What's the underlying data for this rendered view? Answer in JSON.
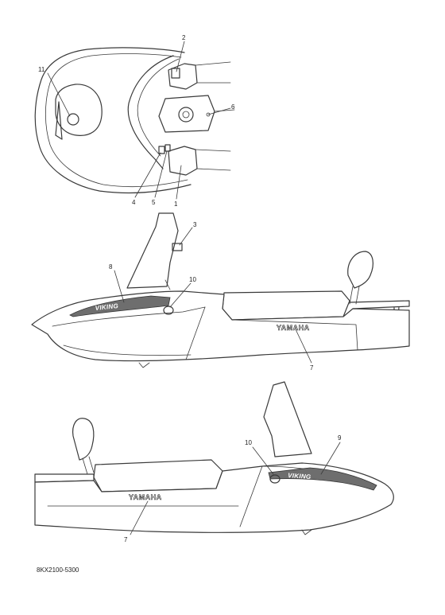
{
  "callouts": {
    "top_view": [
      "2",
      "11",
      "6",
      "4",
      "5",
      "1"
    ],
    "side_right": [
      "3",
      "8",
      "10",
      "7"
    ],
    "side_left": [
      "10",
      "9",
      "7"
    ]
  },
  "brand_text": "YAMAHA",
  "decal_text": "VIKING",
  "part_code": "8KX2100-5300"
}
